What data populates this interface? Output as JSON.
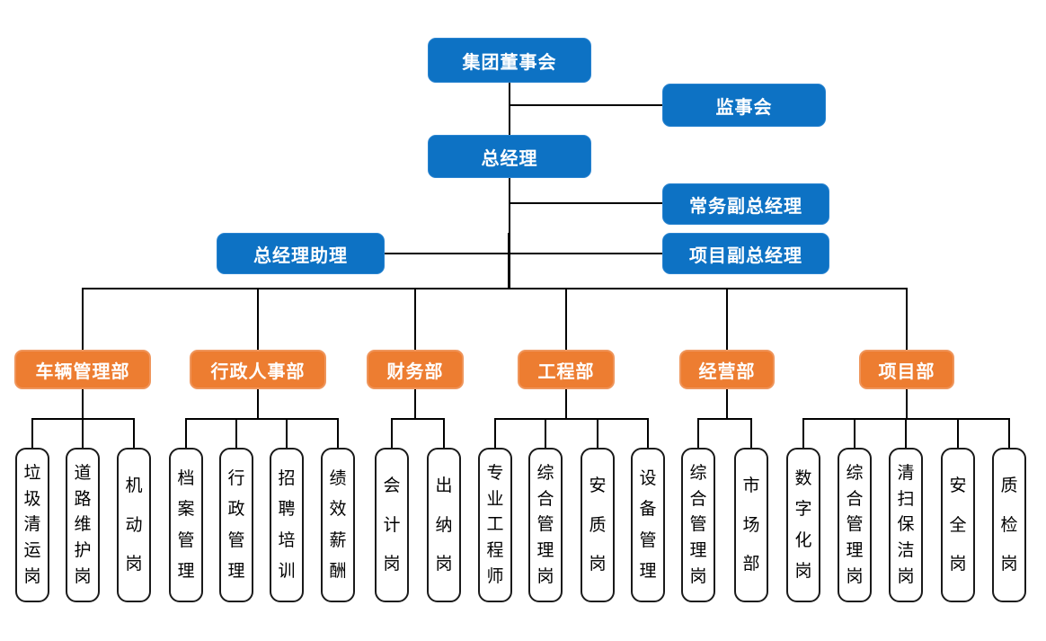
{
  "chart_title": "",
  "colors": {
    "executive_box": "#0d72c4",
    "department_box": "#ed7d31",
    "department_box_border": "#ef955b",
    "position_box_bg": "#ffffff",
    "position_box_border": "#1a1a1a",
    "connector": "#000000",
    "box_text": "#ffffff"
  },
  "executive": {
    "board": "集团董事会",
    "supervisory": "监事会",
    "general_manager": "总经理",
    "executive_deputy_gm": "常务副总经理",
    "gm_assistant": "总经理助理",
    "project_deputy_gm": "项目副总经理"
  },
  "departments": [
    {
      "label": "车辆管理部",
      "children": [
        "垃圾清运岗",
        "道路维护岗",
        "机动岗"
      ]
    },
    {
      "label": "行政人事部",
      "children": [
        "档案管理",
        "行政管理",
        "招聘培训",
        "绩效薪酬"
      ]
    },
    {
      "label": "财务部",
      "children": [
        "会计岗",
        "出纳岗"
      ]
    },
    {
      "label": "工程部",
      "children": [
        "专业工程师",
        "综合管理岗",
        "安质岗",
        "设备管理"
      ]
    },
    {
      "label": "经营部",
      "children": [
        "综合管理岗",
        "市场部"
      ]
    },
    {
      "label": "项目部",
      "children": [
        "数字化岗",
        "综合管理岗",
        "清扫保洁岗",
        "安全岗",
        "质检岗"
      ]
    }
  ]
}
